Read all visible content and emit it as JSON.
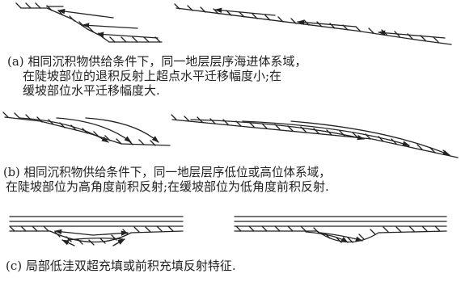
{
  "captions": {
    "a_line1": "(a) 相同沉积物供给条件下，同一地层层序海进体系域，",
    "a_line2": "在陡坡部位的退积反射上超点水平迁移幅度小;在",
    "a_line3": "缓坡部位水平迁移幅度大.",
    "b_line1": "(b) 相同沉积物供给条件下，同一地层层序低位或高位体系域，",
    "b_line2": "在陡坡部位为高角度前积反射;在缓坡部位为低角度前积反射.",
    "c_line1": "(c) 局部低洼双超充填或前积充填反射特征."
  },
  "colors": {
    "ink": "#222222",
    "background": "#ffffff"
  }
}
